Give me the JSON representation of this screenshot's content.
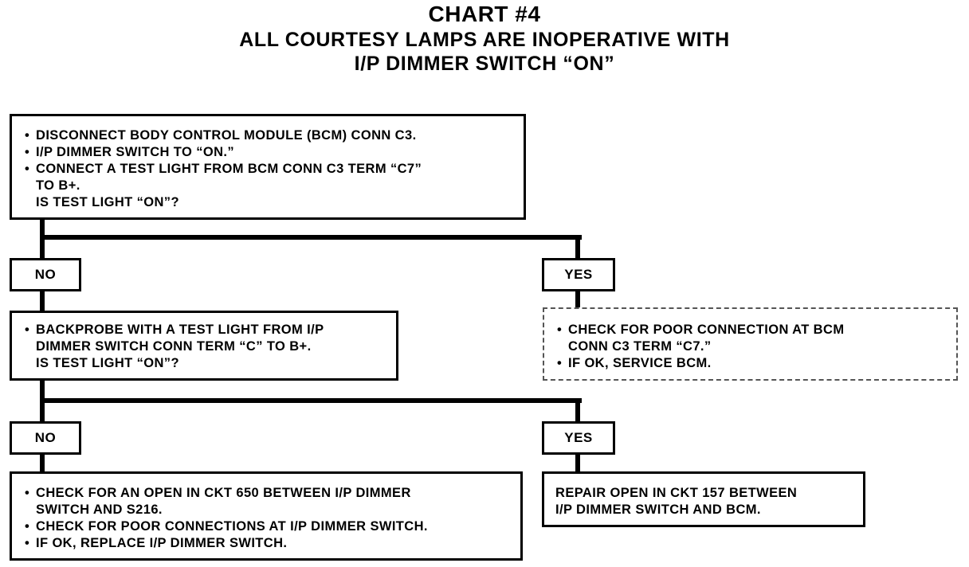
{
  "title": {
    "line1": "CHART #4",
    "line2": "ALL COURTESY LAMPS ARE INOPERATIVE WITH",
    "line3": "I/P DIMMER SWITCH “ON”"
  },
  "step1": {
    "bullets": [
      "DISCONNECT BODY CONTROL MODULE (BCM) CONN C3.",
      "I/P DIMMER SWITCH TO “ON.”",
      "CONNECT A TEST LIGHT FROM BCM CONN C3 TERM “C7”"
    ],
    "continuation": "TO B+.",
    "question": "IS TEST LIGHT “ON”?"
  },
  "branch1": {
    "no_label": "NO",
    "yes_label": "YES"
  },
  "step1_yes": {
    "bullets": [
      "CHECK FOR POOR CONNECTION AT BCM",
      "IF OK, SERVICE BCM."
    ],
    "continuation": "CONN C3 TERM “C7.”"
  },
  "step2": {
    "bullet": "BACKPROBE WITH A TEST LIGHT FROM I/P",
    "continuation": "DIMMER SWITCH CONN TERM “C” TO B+.",
    "question": "IS TEST LIGHT “ON”?"
  },
  "branch2": {
    "no_label": "NO",
    "yes_label": "YES"
  },
  "step2_no": {
    "bullets": [
      "CHECK FOR AN OPEN IN CKT 650 BETWEEN I/P DIMMER",
      "CHECK FOR POOR CONNECTIONS AT I/P DIMMER SWITCH.",
      "IF OK, REPLACE I/P DIMMER SWITCH."
    ],
    "continuation": "SWITCH AND S216."
  },
  "step2_yes": {
    "line1": "REPAIR OPEN IN CKT 157 BETWEEN",
    "line2": "I/P DIMMER SWITCH AND BCM."
  }
}
